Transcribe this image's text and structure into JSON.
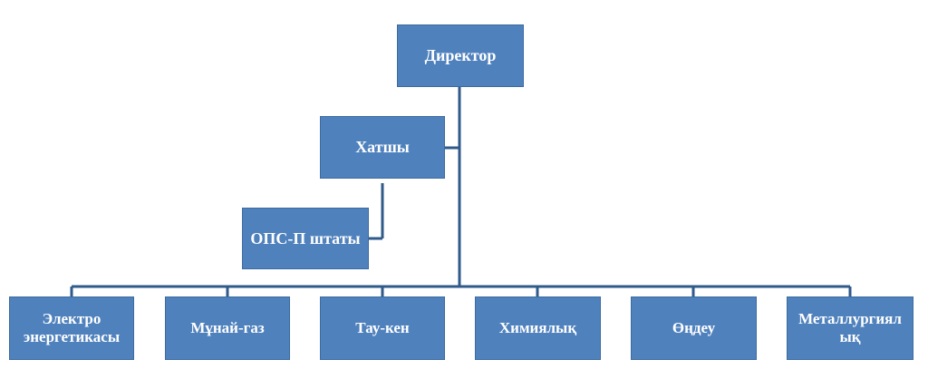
{
  "colors": {
    "box_fill": "#4f81bd",
    "connector": "#2f5a8a",
    "text": "#ffffff"
  },
  "nodes": {
    "director": "Директор",
    "secretary": "Хатшы",
    "staff": "ОПС-П штаты",
    "departments": [
      "Электро энергетикасы",
      "Мұнай-газ",
      "Тау-кен",
      "Химиялық",
      "Өңдеу",
      "Металлургиял ық"
    ]
  }
}
